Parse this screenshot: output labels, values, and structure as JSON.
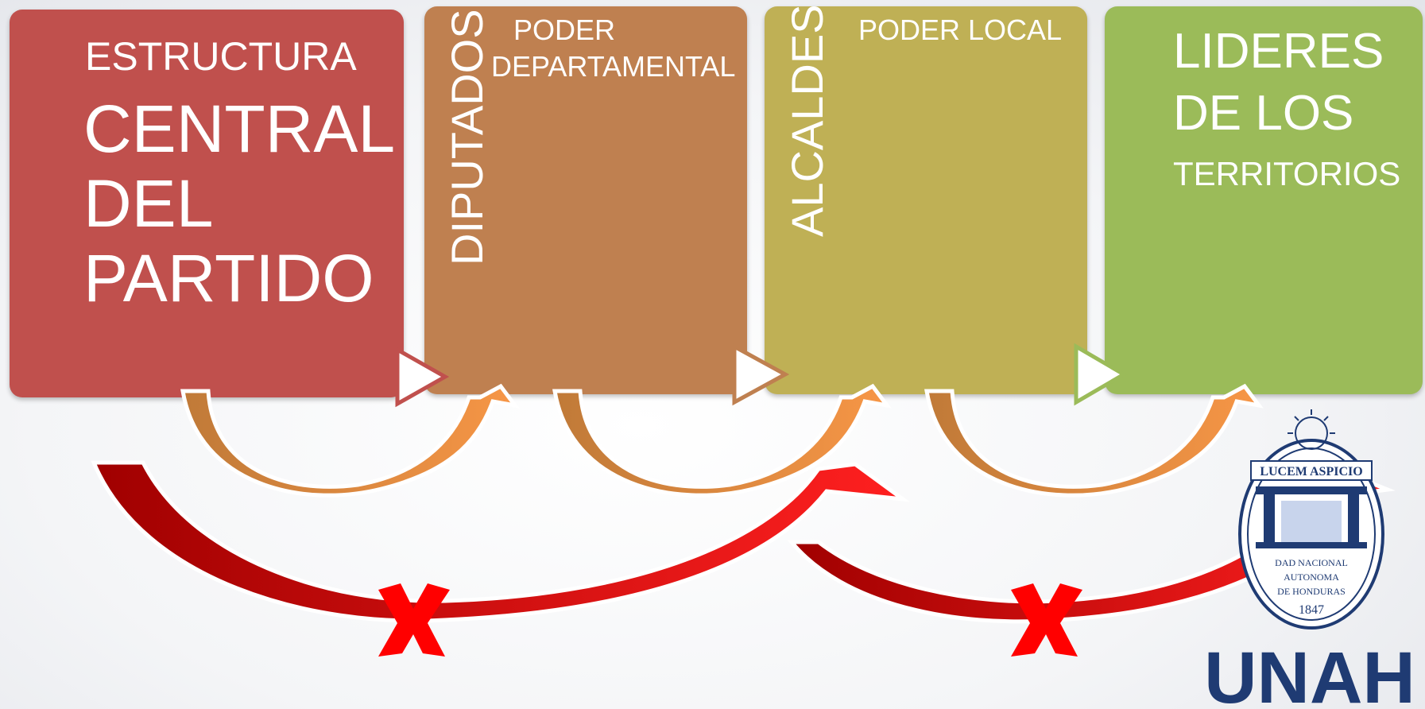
{
  "boxes": {
    "central": {
      "line1": "ESTRUCTURA",
      "line2": "CENTRAL",
      "line3": "DEL",
      "line4": "PARTIDO",
      "color": "#c0504d"
    },
    "diputados": {
      "vertical": "DIPUTADOS",
      "caption_line1": "PODER",
      "caption_line2": "DEPARTAMENTAL",
      "color": "#bf8050"
    },
    "alcaldes": {
      "vertical": "ALCALDES",
      "caption": "PODER LOCAL",
      "color": "#bfb055"
    },
    "lideres": {
      "line1": "LIDERES",
      "line2": "DE LOS",
      "line3": "TERRITORIOS",
      "color": "#9bbb59"
    }
  },
  "connectors": {
    "short_arrow_color": "#f79646",
    "short_arrow_tail_color": "#c07a38",
    "bypass_arrow_color": "#e00000",
    "blocked_marker": "x-mark"
  },
  "logo": {
    "motto": "LUCEM ASPICIO",
    "ring_text": "UNIVERSIDAD NACIONAL AUTONOMA DE HONDURAS",
    "ring_line1": "DAD NACIONAL",
    "ring_line2": "AUTONOMA",
    "ring_line3": "DE HONDURAS",
    "year": "1847",
    "wordmark": "UNAH",
    "color": "#1f3b73"
  }
}
